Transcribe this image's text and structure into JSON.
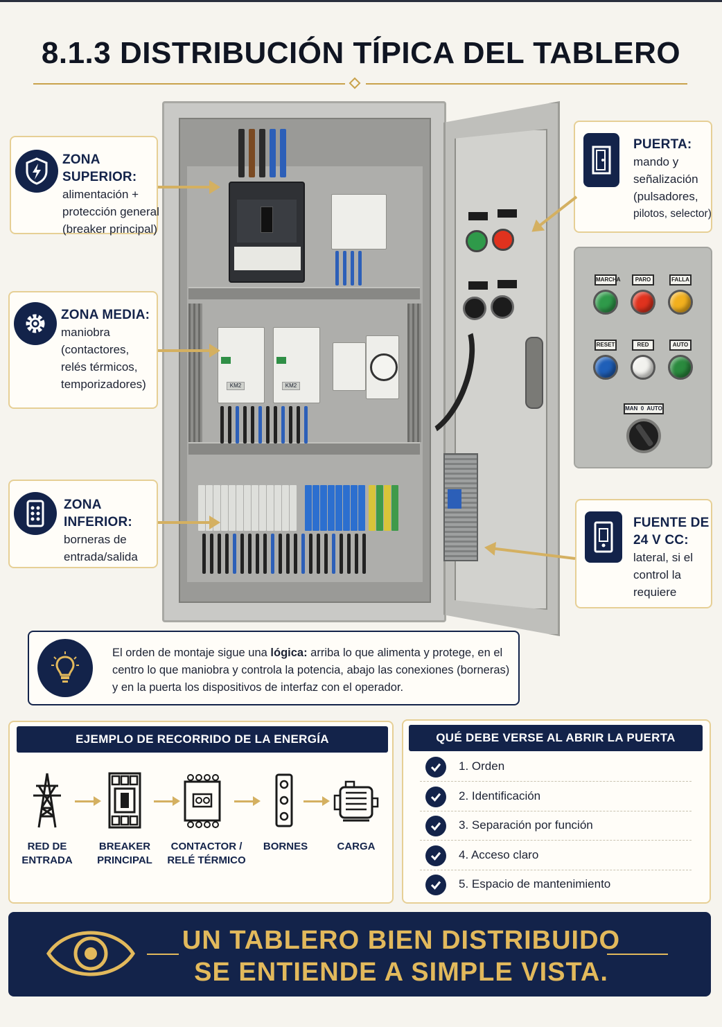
{
  "title": "8.1.3 DISTRIBUCIÓN TÍPICA DEL TABLERO",
  "callouts": {
    "superior": {
      "heading": "ZONA SUPERIOR:",
      "lines": [
        "alimentación +",
        "protección general",
        "(breaker principal)"
      ]
    },
    "media": {
      "heading": "ZONA MEDIA:",
      "lines": [
        "maniobra",
        "(contactores,",
        "relés térmicos,",
        "temporizadores)"
      ]
    },
    "inferior": {
      "heading": "ZONA INFERIOR:",
      "lines": [
        "borneras de",
        "entrada/salida"
      ]
    },
    "puerta": {
      "heading": "PUERTA:",
      "lines": [
        "mando y",
        "señalización",
        "(pulsadores,",
        "pilotos, selector)"
      ]
    },
    "fuente": {
      "heading_lines": [
        "FUENTE DE",
        "24 V CC:"
      ],
      "lines": [
        "lateral, si el",
        "control la",
        "requiere"
      ]
    }
  },
  "cabinet": {
    "contactor_labels": [
      "KM2",
      "KM2"
    ]
  },
  "button_panel": {
    "buttons": [
      {
        "label": "MARCHA",
        "color": "#2f9a4a"
      },
      {
        "label": "PARO",
        "color": "#e0321e"
      },
      {
        "label": "FALLA",
        "color": "#f2b01e"
      },
      {
        "label": "RESET",
        "color": "#1f5fb8"
      },
      {
        "label": "RED",
        "color": "#f2f2ee"
      },
      {
        "label": "AUTO",
        "color": "#2a8a3e"
      }
    ],
    "selector_label": "MAN  0  AUTO"
  },
  "info": {
    "text_before": "El orden de montaje sigue una ",
    "text_bold": "lógica:",
    "text_after": "  arriba lo que alimenta y protege, en el centro lo que maniobra y controla la potencia, abajo las conexiones (borneras) y en la puerta los dispositivos de interfaz con el operador."
  },
  "energy": {
    "heading": "EJEMPLO DE RECORRIDO DE LA ENERGÍA",
    "steps": [
      {
        "lines": [
          "RED DE",
          "ENTRADA"
        ],
        "icon": "tower-icon"
      },
      {
        "lines": [
          "BREAKER",
          "PRINCIPAL"
        ],
        "icon": "breaker-icon"
      },
      {
        "lines": [
          "CONTACTOR /",
          "RELÉ TÉRMICO"
        ],
        "icon": "contactor-icon"
      },
      {
        "lines": [
          "BORNES"
        ],
        "icon": "terminal-icon"
      },
      {
        "lines": [
          "CARGA"
        ],
        "icon": "motor-icon"
      }
    ]
  },
  "checklist": {
    "heading": "QUÉ DEBE VERSE AL ABRIR LA PUERTA",
    "items": [
      "1. Orden",
      "2. Identificación",
      "3. Separación por función",
      "4. Acceso claro",
      "5. Espacio de mantenimiento"
    ]
  },
  "banner": {
    "line1": "UN  TABLERO BIEN  DISTRIBUIDO",
    "line2": "SE ENTIENDE A  SIMPLE VISTA."
  },
  "colors": {
    "navy": "#13234a",
    "gold": "#d4b061",
    "border": "#e6cf95",
    "background": "#f6f4ee"
  }
}
